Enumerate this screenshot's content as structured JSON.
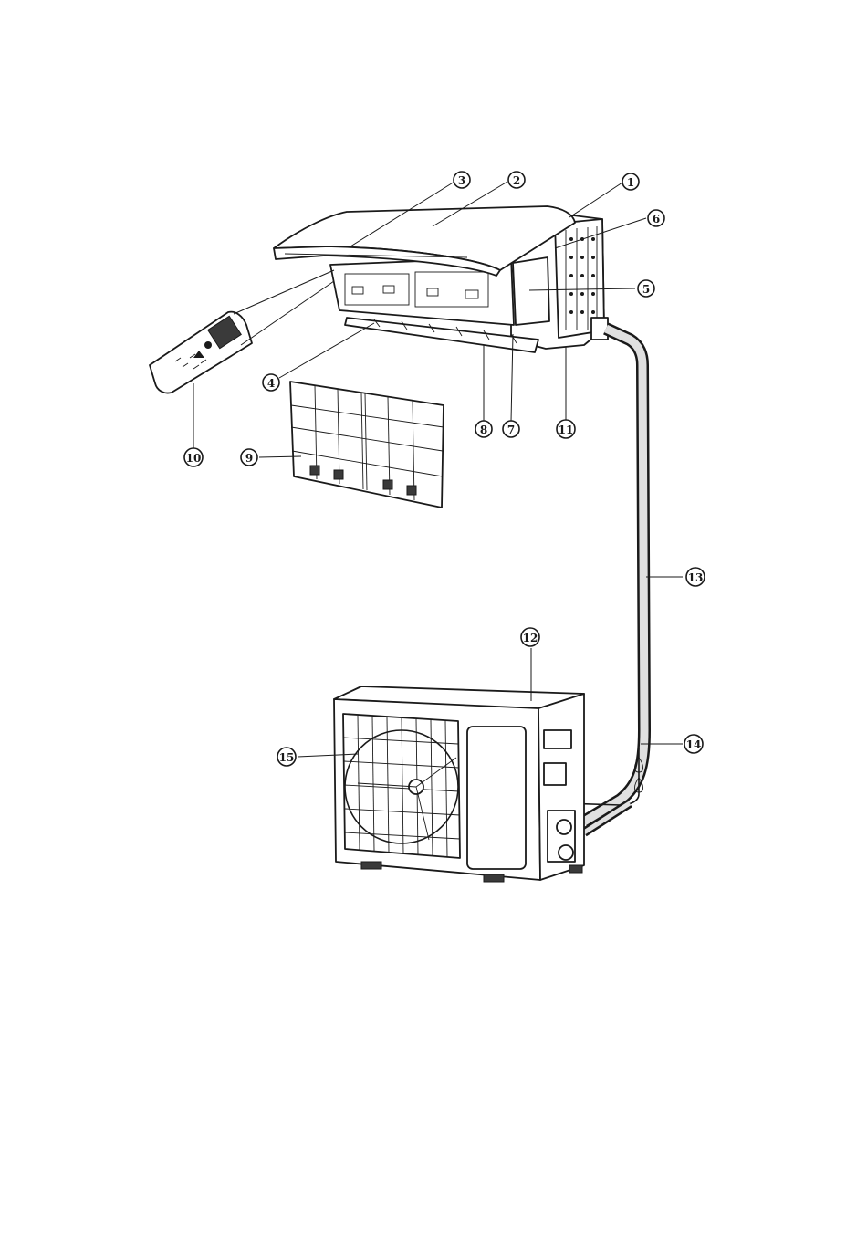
{
  "callouts": [
    {
      "label": "1"
    },
    {
      "label": "2"
    },
    {
      "label": "3"
    },
    {
      "label": "4"
    },
    {
      "label": "5"
    },
    {
      "label": "6"
    },
    {
      "label": "7"
    },
    {
      "label": "8"
    },
    {
      "label": "9"
    },
    {
      "label": "10"
    },
    {
      "label": "11"
    },
    {
      "label": "12"
    },
    {
      "label": "13"
    },
    {
      "label": "14"
    },
    {
      "label": "15"
    }
  ],
  "icons": {
    "remote": "remote-control-icon",
    "indoor": "indoor-unit-icon",
    "outdoor": "outdoor-unit-icon",
    "filter": "air-filter-icon"
  }
}
